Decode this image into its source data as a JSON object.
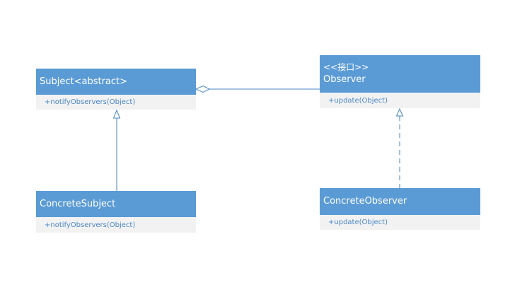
{
  "classes": {
    "subject": {
      "name": "Subject<abstract>",
      "method": "+notifyObservers(Object)"
    },
    "observer": {
      "stereotype": "<<接口>>",
      "name": "Observer",
      "method": "+update(Object)"
    },
    "concrete_subject": {
      "name": "ConcreteSubject",
      "method": "+notifyObservers(Object)"
    },
    "concrete_observer": {
      "name": "ConcreteObserver",
      "method": "+update(Object)"
    }
  },
  "relationships": [
    {
      "type": "aggregation",
      "from": "Subject<abstract>",
      "to": "Observer"
    },
    {
      "type": "inheritance",
      "from": "ConcreteSubject",
      "to": "Subject<abstract>"
    },
    {
      "type": "realization",
      "from": "ConcreteObserver",
      "to": "Observer"
    }
  ],
  "colors": {
    "header": "#5b9bd5",
    "body": "#f2f2f2",
    "method_text": "#4a86c5",
    "connector": "#4a86c5"
  }
}
